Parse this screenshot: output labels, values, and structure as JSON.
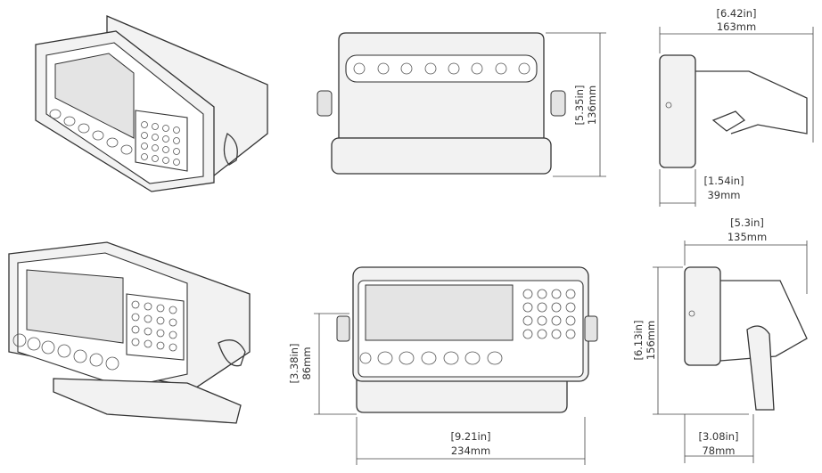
{
  "dimensions": {
    "top_view_width": {
      "imperial": "[6.42in]",
      "metric": "163mm"
    },
    "front_top_height": {
      "imperial": "[5.35in]",
      "metric": "136mm"
    },
    "top_view_depth": {
      "imperial": "[1.54in]",
      "metric": "39mm"
    },
    "side_view_width": {
      "imperial": "[5.3in]",
      "metric": "135mm"
    },
    "front_height": {
      "imperial": "[3.38in]",
      "metric": "86mm"
    },
    "side_height": {
      "imperial": "[6.13in]",
      "metric": "156mm"
    },
    "front_width": {
      "imperial": "[9.21in]",
      "metric": "234mm"
    },
    "side_depth": {
      "imperial": "[3.08in]",
      "metric": "78mm"
    }
  },
  "colors": {
    "line": "#3a3a3a",
    "fill": "#f2f2f2",
    "background": "#ffffff"
  }
}
